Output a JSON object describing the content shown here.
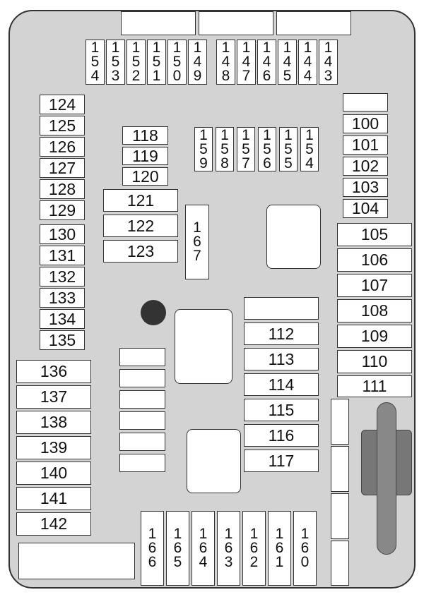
{
  "fuses": {
    "f100": "100",
    "f101": "101",
    "f102": "102",
    "f103": "103",
    "f104": "104",
    "f105": "105",
    "f106": "106",
    "f107": "107",
    "f108": "108",
    "f109": "109",
    "f110": "110",
    "f111": "111",
    "f112": "112",
    "f113": "113",
    "f114": "114",
    "f115": "115",
    "f116": "116",
    "f117": "117",
    "f118": "118",
    "f119": "119",
    "f120": "120",
    "f121": "121",
    "f122": "122",
    "f123": "123",
    "f124": "124",
    "f125": "125",
    "f126": "126",
    "f127": "127",
    "f128": "128",
    "f129": "129",
    "f130": "130",
    "f131": "131",
    "f132": "132",
    "f133": "133",
    "f134": "134",
    "f135": "135",
    "f136": "136",
    "f137": "137",
    "f138": "138",
    "f139": "139",
    "f140": "140",
    "f141": "141",
    "f142": "142",
    "f143": "143",
    "f144": "144",
    "f145": "145",
    "f146": "146",
    "f147": "147",
    "f148": "148",
    "f149": "149",
    "f150": "150",
    "f151": "151",
    "f152": "152",
    "f153": "153",
    "f154": "154",
    "f155": "155",
    "f156": "156",
    "f157": "157",
    "f158": "158",
    "f159": "159",
    "f160": "160",
    "f161": "161",
    "f162": "162",
    "f163": "163",
    "f164": "164",
    "f165": "165",
    "f166": "166",
    "f167": "167"
  },
  "colors": {
    "board": "#d3d3d3",
    "outline": "#333333",
    "fuse": "#ffffff",
    "connector": "#777777"
  }
}
